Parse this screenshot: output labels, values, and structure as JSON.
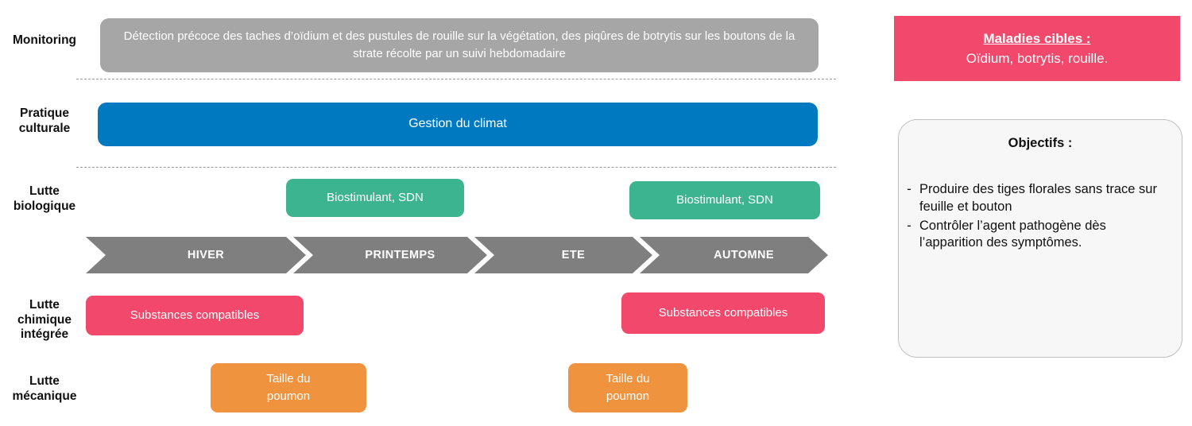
{
  "rows": [
    {
      "label": "Monitoring",
      "items": [
        {
          "text": "Détection précoce des taches d’oïdium et des pustules de rouille sur la végétation, des piqûres de botrytis sur les boutons de la strate récolte par un suivi hebdomadaire",
          "color": "#a6a6a6"
        }
      ]
    },
    {
      "label": "Pratique\nculturale",
      "items": [
        {
          "text": "Gestion du climat",
          "color": "#0079c1"
        }
      ]
    },
    {
      "label": "Lutte\nbiologique",
      "items": [
        {
          "text": "Biostimulant, SDN",
          "color": "#3cb490"
        },
        {
          "text": "Biostimulant, SDN",
          "color": "#3cb490"
        }
      ]
    },
    {
      "label": "Lutte\nchimique\nintégrée",
      "items": [
        {
          "text": "Substances compatibles",
          "color": "#f2486b"
        },
        {
          "text": "Substances compatibles",
          "color": "#f2486b"
        }
      ]
    },
    {
      "label": "Lutte\nmécanique",
      "items": [
        {
          "text": "Taille du\npoumon",
          "color": "#f0933f"
        },
        {
          "text": "Taille du\npoumon",
          "color": "#f0933f"
        }
      ]
    }
  ],
  "timeline": {
    "color": "#7f7f7f",
    "seasons": [
      {
        "label": "HIVER"
      },
      {
        "label": "PRINTEMPS"
      },
      {
        "label": "ETE"
      },
      {
        "label": "AUTOMNE"
      }
    ]
  },
  "panels": {
    "maladies": {
      "heading": "Maladies cibles :",
      "body": "Oïdium, botrytis, rouille.",
      "color": "#f2486b"
    },
    "objectifs": {
      "heading": "Objectifs :",
      "bullet": "-",
      "items": [
        "Produire des tiges florales sans trace sur feuille et bouton",
        "Contrôler l’agent pathogène dès l’apparition des symptômes."
      ],
      "background": "#f7f7f7",
      "border": "#bfbfbf"
    }
  }
}
